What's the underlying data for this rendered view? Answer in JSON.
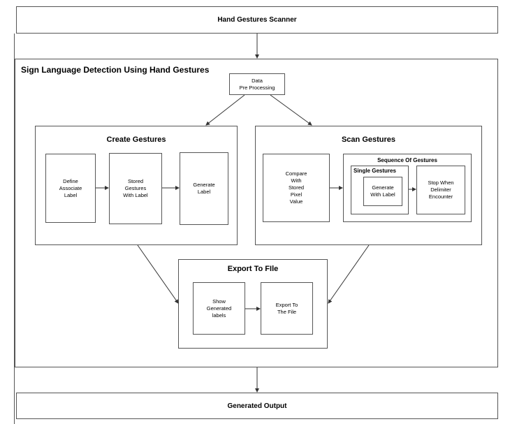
{
  "top_box": {
    "label": "Hand Gestures Scanner"
  },
  "main_container": {
    "title": "Sign Language Detection Using Hand Gestures"
  },
  "preprocess": {
    "label": "Data\nPre Processing"
  },
  "create": {
    "title": "Create Gestures",
    "define": "Define\nAssociate\nLabel",
    "stored": "Stored\nGestures\nWith Label",
    "generate": "Generate\nLabel"
  },
  "scan": {
    "title": "Scan Gestures",
    "compare": "Compare\nWith\nStored\nPixel\nValue",
    "sequence_title": "Sequence Of Gestures",
    "single_title": "Single Gestures",
    "generate_with_label": "Generate\nWith Label",
    "stop": "Stop When\nDelimiter\nEncounter"
  },
  "export": {
    "title": "Export To FIle",
    "show": "Show\nGenerated\nlabels",
    "to_file": "Export To\nThe File"
  },
  "bottom_box": {
    "label": "Generated Output"
  }
}
